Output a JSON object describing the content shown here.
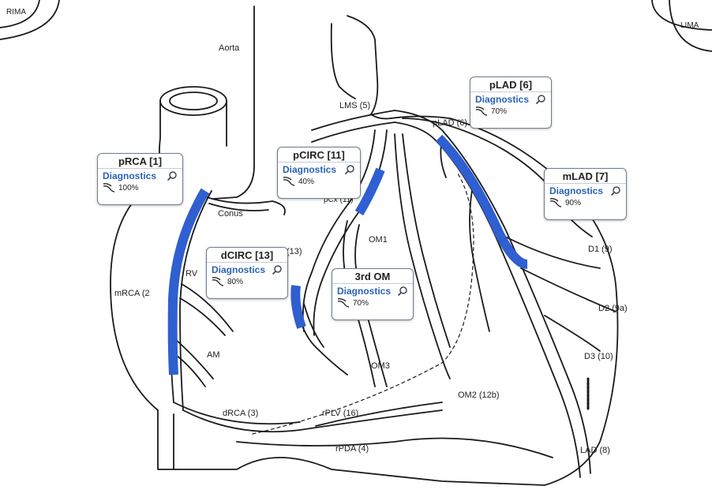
{
  "corner_labels": {
    "left": "RIMA",
    "right": "LIMA"
  },
  "vessel_labels": {
    "aorta": "Aorta",
    "lms": "LMS (5)",
    "plad": "pLAD (6)",
    "pcx": "pCx (11)",
    "om1": "OM1",
    "conus": "Conus",
    "rv": "RV",
    "mrca": "mRCA (2",
    "am": "AM",
    "om3": "OM3",
    "om2": "OM2 (12b)",
    "drca": "dRCA (3)",
    "rplv": "rPLV (16)",
    "rpda": "rPDA (4)",
    "lad8": "LAD (8)",
    "d1": "D1 (9)",
    "d2": "D2 (9a)",
    "d3": "D3 (10)",
    "seg13": "(13)"
  },
  "cards": [
    {
      "title": "pRCA [1]",
      "link": "Diagnostics",
      "value": "100%",
      "icon": "stenosis-icon"
    },
    {
      "title": "pCIRC [11]",
      "link": "Diagnostics",
      "value": "40%",
      "icon": "stenosis-icon"
    },
    {
      "title": "pLAD [6]",
      "link": "Diagnostics",
      "value": "70%",
      "icon": "stenosis-icon"
    },
    {
      "title": "mLAD [7]",
      "link": "Diagnostics",
      "value": "90%",
      "icon": "stenosis-icon"
    },
    {
      "title": "dCIRC [13]",
      "link": "Diagnostics",
      "value": "80%",
      "icon": "stenosis-icon"
    },
    {
      "title": "3rd OM",
      "link": "Diagnostics",
      "value": "70%",
      "icon": "stenosis-icon"
    }
  ],
  "colors": {
    "highlight": "#2f5fd0",
    "outline": "#1a1a1a",
    "link": "#2a63b6"
  }
}
